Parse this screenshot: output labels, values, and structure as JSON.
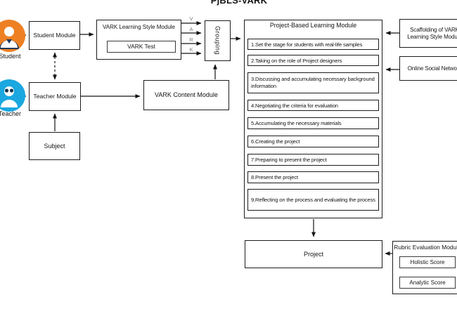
{
  "title": "PjBLS-VARK",
  "actors": {
    "student": {
      "label": "Student",
      "color": "#EE8023"
    },
    "teacher": {
      "label": "Teacher",
      "color": "#1BA7E0"
    }
  },
  "modules": {
    "student_module": "Student Module",
    "teacher_module": "Teacher Module",
    "subject": "Subject",
    "vark_learning_style_module": "VARK Learning Style Module",
    "vark_test": "VARK Test",
    "vark_content_module": "VARK Content Module",
    "grouping": "Grouping",
    "vark_letters": [
      "V",
      "A",
      "R",
      "K"
    ],
    "pbl": {
      "title": "Project-Based Learning Module",
      "steps": [
        "1.Set the stage for students with real-life samples",
        "2.Taking on the role of Project designers",
        "3.Discussing and accumulating necessary background information",
        "4.Negotiating the criteria for evaluation",
        "5.Accumulating the necessary materials",
        "6.Creating the project",
        "7.Preparing to present the project",
        "8.Present the project",
        "9.Reflecting on the process and evaluating the process"
      ]
    },
    "scaffolding": "Scaffolding of VARK Learning Style Module",
    "online_social_network": "Online Social Network",
    "project": "Project",
    "rubric": {
      "title": "Rubric Evaluation Module",
      "holistic": "Holistic Score",
      "analytic": "Analytic Score"
    }
  }
}
